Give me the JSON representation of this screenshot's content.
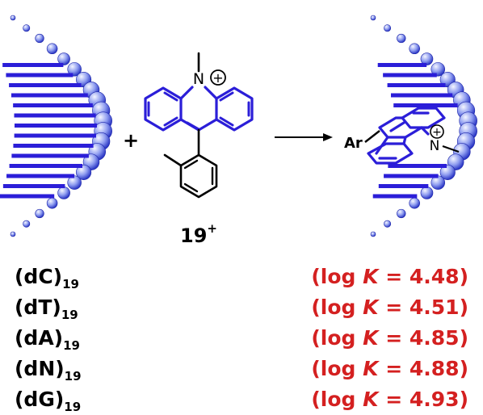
{
  "colors": {
    "dna": "#2b1ed8",
    "bead_light": "#e6ebff",
    "bead_dark": "#2a36c4",
    "value_text": "#d42020",
    "text": "#000000"
  },
  "reaction": {
    "plus": "+",
    "arrow": "arrow-right-icon",
    "n_label": "N",
    "charge": "+",
    "aryl_label": "Ar",
    "compound_label": "19",
    "compound_charge": "+"
  },
  "results": [
    {
      "label": "(dC)",
      "subscript": "19",
      "prefix": "(log ",
      "k": "K",
      "value": " = 4.48)"
    },
    {
      "label": "(dT)",
      "subscript": "19",
      "prefix": "(log ",
      "k": "K",
      "value": " = 4.51)"
    },
    {
      "label": "(dA)",
      "subscript": "19",
      "prefix": "(log ",
      "k": "K",
      "value": " = 4.85)"
    },
    {
      "label": "(dN)",
      "subscript": "19",
      "prefix": "(log ",
      "k": "K",
      "value": " = 4.88)"
    },
    {
      "label": "(dG)",
      "subscript": "19",
      "prefix": "(log ",
      "k": "K",
      "value": " = 4.93)"
    }
  ]
}
